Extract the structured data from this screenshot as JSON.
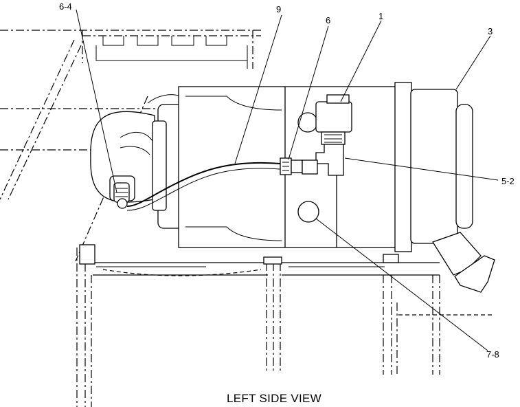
{
  "caption": "LEFT SIDE VIEW",
  "callouts": {
    "c1": "1",
    "c3": "3",
    "c6": "6",
    "c9": "9",
    "c6_4": "6-4",
    "c5_2": "5-2",
    "c7_8": "7-8"
  }
}
